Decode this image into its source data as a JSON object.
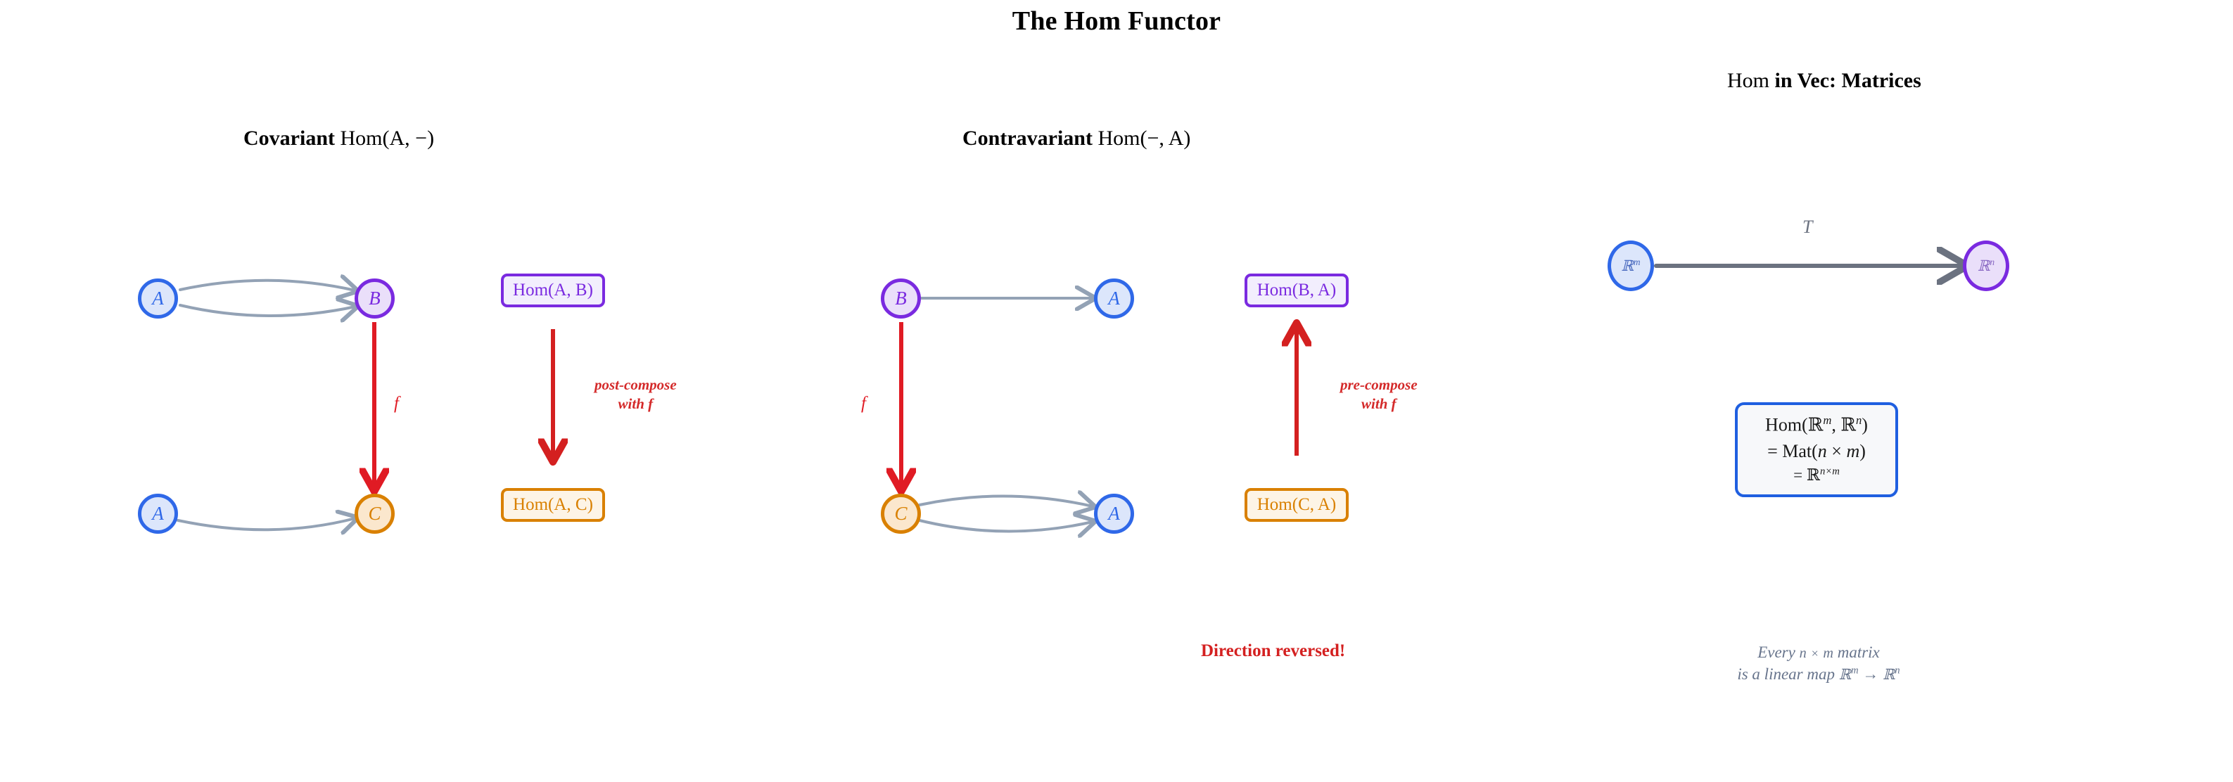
{
  "title": "The Hom Functor",
  "panels": {
    "covariant": {
      "title_bold": "Covariant",
      "title_math": "Hom(A, −)",
      "nodes": [
        {
          "id": "A-top",
          "label": "A",
          "kind": "A"
        },
        {
          "id": "B",
          "label": "B",
          "kind": "B"
        },
        {
          "id": "A-bottom",
          "label": "A",
          "kind": "A"
        },
        {
          "id": "C",
          "label": "C",
          "kind": "C"
        }
      ],
      "morphism_label": "f",
      "hom_source": "Hom(A, B)",
      "hom_target": "Hom(A, C)",
      "action_line1": "post-compose",
      "action_line2": "with f",
      "arrow_direction": "down"
    },
    "contravariant": {
      "title_bold": "Contravariant",
      "title_math": "Hom(−, A)",
      "nodes": [
        {
          "id": "B",
          "label": "B",
          "kind": "B"
        },
        {
          "id": "A-top",
          "label": "A",
          "kind": "A"
        },
        {
          "id": "C",
          "label": "C",
          "kind": "C"
        },
        {
          "id": "A-bottom",
          "label": "A",
          "kind": "A"
        }
      ],
      "morphism_label": "f",
      "hom_source": "Hom(B, A)",
      "hom_target": "Hom(C, A)",
      "action_line1": "pre-compose",
      "action_line2": "with f",
      "arrow_direction": "up",
      "note": "Direction reversed!"
    },
    "vec": {
      "title_math": "Hom",
      "title_bold": "in Vec: Matrices",
      "source_node": "ℝm",
      "source_base": "ℝ",
      "source_exp": "m",
      "target_base": "ℝ",
      "target_exp": "n",
      "map_label": "T",
      "formula": {
        "line1_pre": "Hom(",
        "line1": "Hom(ℝ^m, ℝ^n)",
        "line2": "= Mat(n × m)",
        "line3": "= ℝ^{n×m}"
      },
      "caption_line1": "Every n × m matrix",
      "caption_line2": "is a linear map ℝ^m → ℝ^n"
    }
  },
  "colors": {
    "object_a_border": "#2f68e8",
    "object_a_fill": "#dce6fb",
    "object_b_border": "#7a2ae0",
    "object_b_fill": "#eadffa",
    "object_c_border": "#d98000",
    "object_c_fill": "#fbe7cd",
    "morphism_red": "#e01b24",
    "hom_arrow_red": "#d42020",
    "generic_arrow_gray": "#93a2b5",
    "vec_arrow_gray": "#6b7280",
    "caption_gray": "#67748c",
    "formula_border": "#1f5fe0"
  }
}
